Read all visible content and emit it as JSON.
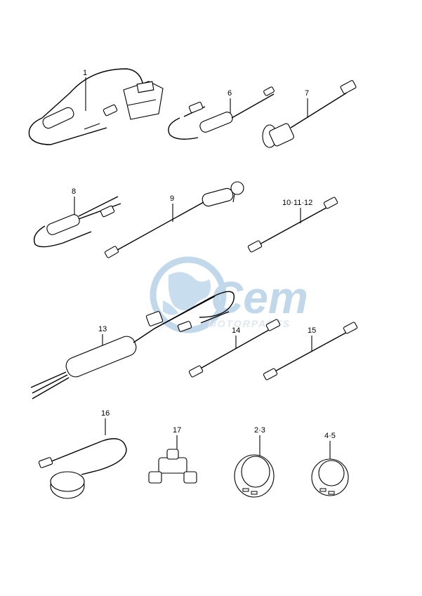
{
  "watermark": {
    "brand": "Cem",
    "subtitle": "MOTORPARTS",
    "color_primary": "#8fb8da",
    "color_secondary": "#c5d3df"
  },
  "callouts": {
    "c1": "1",
    "c6": "6",
    "c7": "7",
    "c8": "8",
    "c9": "9",
    "c10": "10·11·12",
    "c13": "13",
    "c14": "14",
    "c15": "15",
    "c16": "16",
    "c17": "17",
    "c23": "2·3",
    "c45": "4·5"
  }
}
